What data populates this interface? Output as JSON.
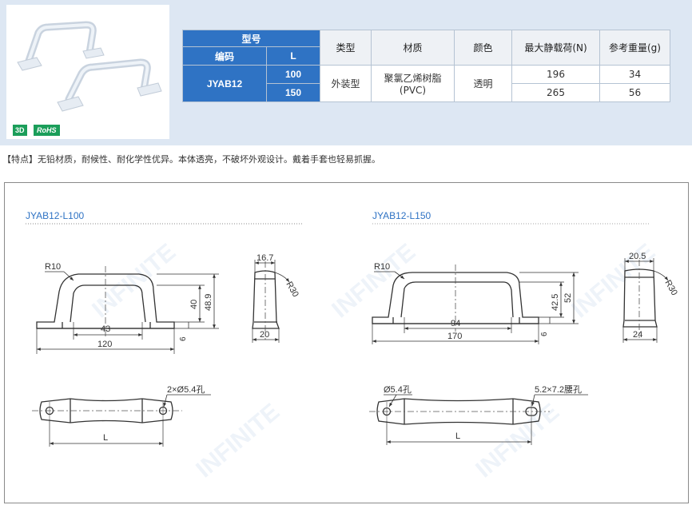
{
  "badges": {
    "three_d": "3D",
    "rohs": "RoHS"
  },
  "table": {
    "h_model": "型号",
    "h_code": "编码",
    "h_L": "L",
    "h_type": "类型",
    "h_material": "材质",
    "h_color": "颜色",
    "h_load": "最大静载荷(N)",
    "h_weight": "参考重量(g)",
    "code": "JYAB12",
    "type": "外装型",
    "material_line1": "聚氯乙烯树脂",
    "material_line2": "(PVC)",
    "color": "透明",
    "rows": [
      {
        "L": "100",
        "load": "196",
        "weight": "34"
      },
      {
        "L": "150",
        "load": "265",
        "weight": "56"
      }
    ]
  },
  "feature_text": "【特点】无铅材质，耐候性、耐化学性优异。本体透亮，不破坏外观设计。戴着手套也轻易抓握。",
  "drawing": {
    "left": {
      "title": "JYAB12-L100",
      "r10": "R10",
      "d43": "43",
      "d120": "120",
      "d40": "40",
      "d48_9": "48.9",
      "d6": "6",
      "d16_7": "16.7",
      "d20": "20",
      "r30": "R30",
      "hole": "2×Ø5.4孔",
      "L": "L"
    },
    "right": {
      "title": "JYAB12-L150",
      "r10": "R10",
      "d94": "94",
      "d170": "170",
      "d42_5": "42.5",
      "d52": "52",
      "d6": "6",
      "d20_5": "20.5",
      "d24": "24",
      "r30": "R30",
      "hole": "Ø5.4孔",
      "slot": "5.2×7.2腰孔",
      "L": "L"
    }
  },
  "watermark": "INFINITE"
}
